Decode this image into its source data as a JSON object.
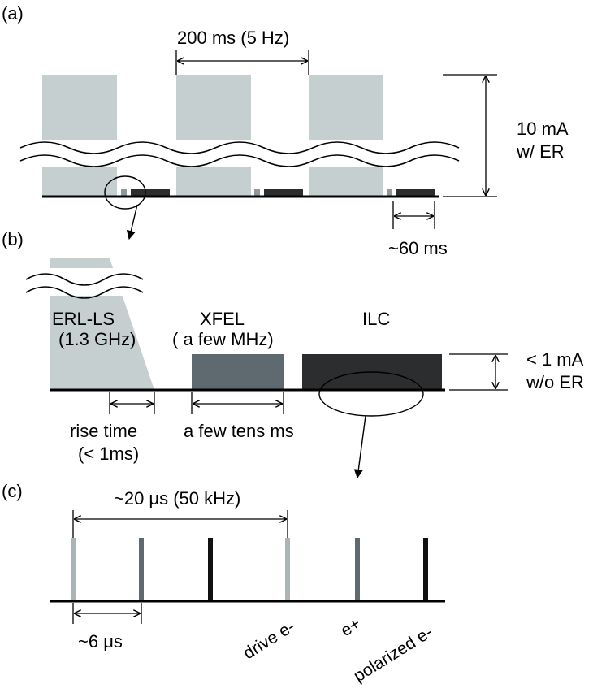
{
  "colors": {
    "light": "#c5cfd0",
    "mid": "#5e6a70",
    "dark": "#2b2d2f",
    "line": "#000000"
  },
  "panel_a": {
    "label": "(a)",
    "period": "200 ms (5 Hz)",
    "current_line1": "10 mA",
    "current_line2": "w/ ER",
    "duration": "~60 ms"
  },
  "panel_b": {
    "label": "(b)",
    "erl_name": "ERL-LS",
    "erl_freq": "(1.3 GHz)",
    "xfel_name": "XFEL",
    "xfel_freq": "( a few MHz)",
    "ilc_name": "ILC",
    "current_line1": "< 1 mA",
    "current_line2": "w/o ER",
    "rise_line1": "rise time",
    "rise_line2": "(< 1ms)",
    "tens": "a few tens ms"
  },
  "panel_c": {
    "label": "(c)",
    "period": "~20 μs (50 kHz)",
    "spacing": "~6 μs",
    "drive": "drive e-",
    "positron": "e+",
    "polarized": "polarized e-"
  }
}
